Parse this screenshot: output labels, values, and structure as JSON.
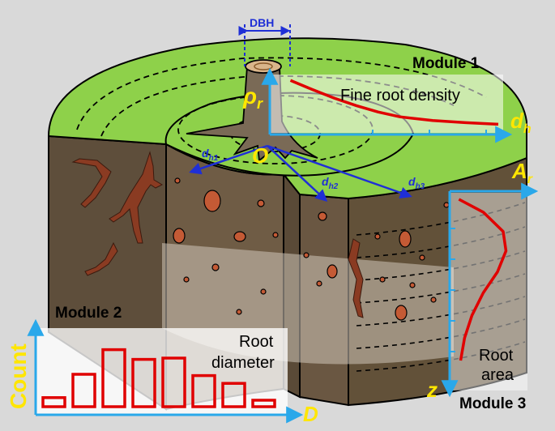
{
  "labels": {
    "dbh": "DBH",
    "module1": "Module 1",
    "module2": "Module 2",
    "module3": "Module 3",
    "fine_root_density": "Fine root density",
    "root_diameter_l1": "Root",
    "root_diameter_l2": "diameter",
    "root_area_l1": "Root",
    "root_area_l2": "area",
    "rho": "ρ",
    "rho_sub": "r",
    "dh": "d",
    "dh_sub": "h",
    "origin": "O",
    "ar": "A",
    "ar_sub": "r",
    "z": "z",
    "count": "Count",
    "d_axis": "D",
    "dh1": "d",
    "dh1_sub": "h1",
    "dh2": "d",
    "dh2_sub": "h2",
    "dh3": "d",
    "dh3_sub": "h3"
  },
  "colors": {
    "background": "#d9d9d9",
    "grass": "#8ed14a",
    "soil_front": "#6b5a44",
    "soil_dark": "#4d3f2e",
    "root": "#8a3b22",
    "axis_blue": "#2aa8ea",
    "curve_red": "#e00000",
    "label_yellow": "#ffe600",
    "radius_blue": "#1f2fd6"
  },
  "chart_data": [
    {
      "type": "line",
      "series": [
        {
          "values": [
            0.95,
            0.78,
            0.62,
            0.48,
            0.36,
            0.27,
            0.2,
            0.16,
            0.13
          ]
        }
      ],
      "x": [
        0.05,
        0.15,
        0.25,
        0.35,
        0.45,
        0.55,
        0.7,
        0.85,
        1.0
      ],
      "grid": false
    },
    {
      "type": "bar",
      "values": [
        0.14,
        0.5,
        0.88,
        0.73,
        0.75,
        0.48,
        0.36,
        0.1
      ]
    },
    {
      "type": "line",
      "x": [
        0.02,
        0.45,
        0.8,
        0.85,
        0.7,
        0.45,
        0.25,
        0.12,
        0.05
      ],
      "series": [
        {
          "values": [
            0.0,
            0.08,
            0.2,
            0.32,
            0.45,
            0.58,
            0.72,
            0.86,
            1.0
          ]
        }
      ],
      "grid": false
    }
  ]
}
